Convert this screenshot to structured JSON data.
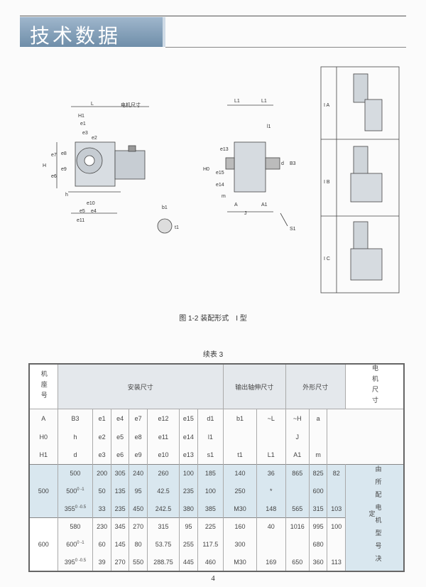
{
  "header": {
    "title": "技术数据"
  },
  "drawing": {
    "left_labels": [
      "L",
      "电机尺寸",
      "H1",
      "e1",
      "e3",
      "e2",
      "H",
      "e7",
      "e8",
      "e9",
      "e6",
      "h",
      "e10",
      "e5",
      "e4",
      "e11"
    ],
    "key_labels": [
      "b1",
      "t1"
    ],
    "mid_labels": [
      "L1",
      "L1",
      "l1",
      "B3",
      "d",
      "e13",
      "H0",
      "e15",
      "e14",
      "m",
      "A",
      "A1",
      "J",
      "S1"
    ],
    "mount_labels": [
      "I A",
      "I B",
      "I C"
    ]
  },
  "caption": "图 1-2 装配形式　I 型",
  "table": {
    "title": "续表 3",
    "group_headers": [
      "安装尺寸",
      "输出轴伸尺寸",
      "外形尺寸"
    ],
    "frame_header": "机座号",
    "motor_header": "电机尺寸",
    "motor_note": "由所配电机型号决定",
    "sub_headers": [
      [
        "A",
        "B3",
        "e1",
        "e4",
        "e7",
        "e12",
        "e15",
        "d1",
        "b1",
        "~L",
        "~H",
        "a"
      ],
      [
        "H0",
        "h",
        "e2",
        "e5",
        "e8",
        "e11",
        "e14",
        "l1",
        "",
        "",
        "J",
        ""
      ],
      [
        "H1",
        "d",
        "e3",
        "e6",
        "e9",
        "e10",
        "e13",
        "s1",
        "t1",
        "L1",
        "A1",
        "m"
      ]
    ],
    "rows": [
      {
        "frame": "500",
        "lines": [
          [
            "500",
            "200",
            "305",
            "240",
            "260",
            "100",
            "185",
            "140",
            "36",
            "865",
            "825",
            "82"
          ],
          [
            "500",
            "50",
            "135",
            "95",
            "42.5",
            "235",
            "100",
            "250",
            "*",
            "",
            "600",
            ""
          ],
          [
            "355",
            "33",
            "235",
            "450",
            "242.5",
            "380",
            "385",
            "M30",
            "148",
            "565",
            "315",
            "103"
          ]
        ]
      },
      {
        "frame": "600",
        "lines": [
          [
            "580",
            "230",
            "345",
            "270",
            "315",
            "95",
            "225",
            "160",
            "40",
            "1016",
            "995",
            "100"
          ],
          [
            "600",
            "60",
            "145",
            "80",
            "53.75",
            "255",
            "117.5",
            "300",
            "",
            "",
            "680",
            ""
          ],
          [
            "395",
            "39",
            "270",
            "550",
            "288.75",
            "445",
            "460",
            "M30",
            "169",
            "650",
            "360",
            "113"
          ]
        ]
      }
    ],
    "tol_h0": "0 -1",
    "tol_h1": "0 -0.5"
  },
  "page_number": "4"
}
